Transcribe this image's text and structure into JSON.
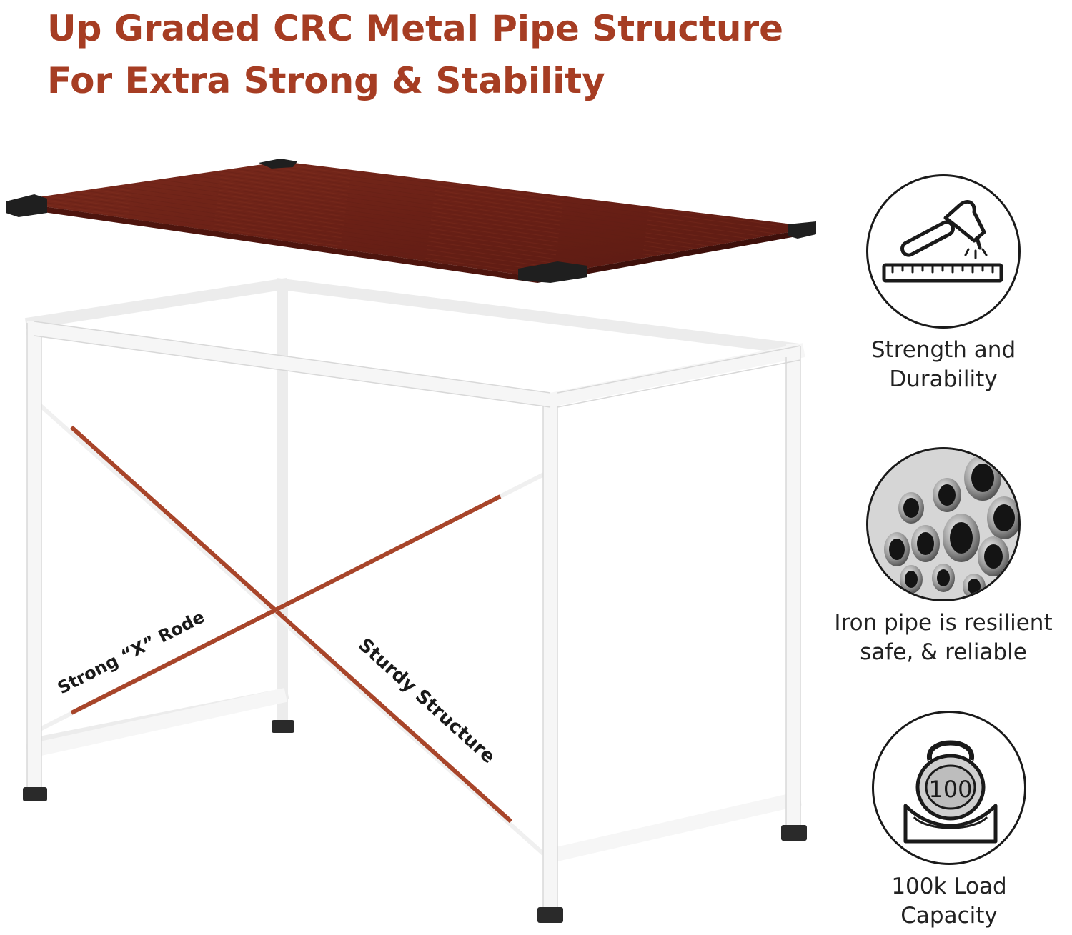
{
  "headline": {
    "line1": "Up Graded CRC Metal Pipe Structure",
    "line2": "For Extra Strong & Stability"
  },
  "callouts": {
    "x_rod": "Strong “X” Rode",
    "sturdy": "Sturdy Structure"
  },
  "features": [
    {
      "icon": "hammer-ruler-icon",
      "line1": "Strength and",
      "line2": "Durability"
    },
    {
      "icon": "metal-pipes-icon",
      "line1": "Iron pipe is resilient",
      "line2": "safe, & reliable"
    },
    {
      "icon": "kettlebell-icon",
      "line1": "100k Load",
      "line2": "Capacity",
      "weight_label": "100"
    }
  ],
  "colors": {
    "accent": "#a63d23",
    "tabletop": "#6e2418",
    "frame": "#f4f4f4",
    "rod": "#a8452a"
  }
}
